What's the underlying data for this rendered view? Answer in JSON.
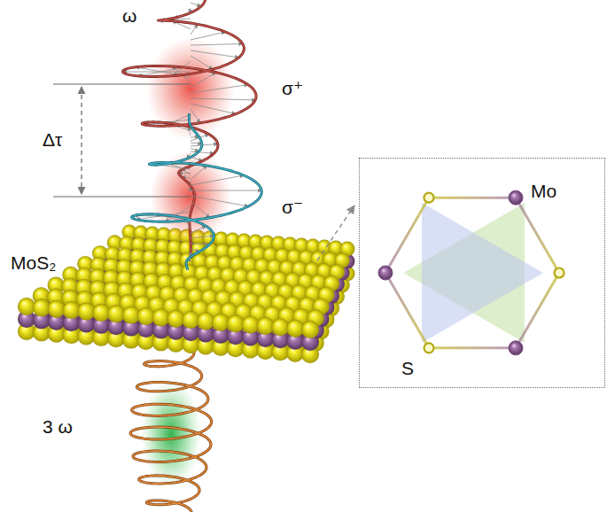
{
  "diagram": {
    "nodes": [
      {
        "text": [
          "Mo",
          "S"
        ]
      }
    ],
    "labels": [
      "ω",
      "σ⁺",
      "Δτ",
      "σ⁻",
      "MoS₂",
      "3 ω"
    ]
  }
}
